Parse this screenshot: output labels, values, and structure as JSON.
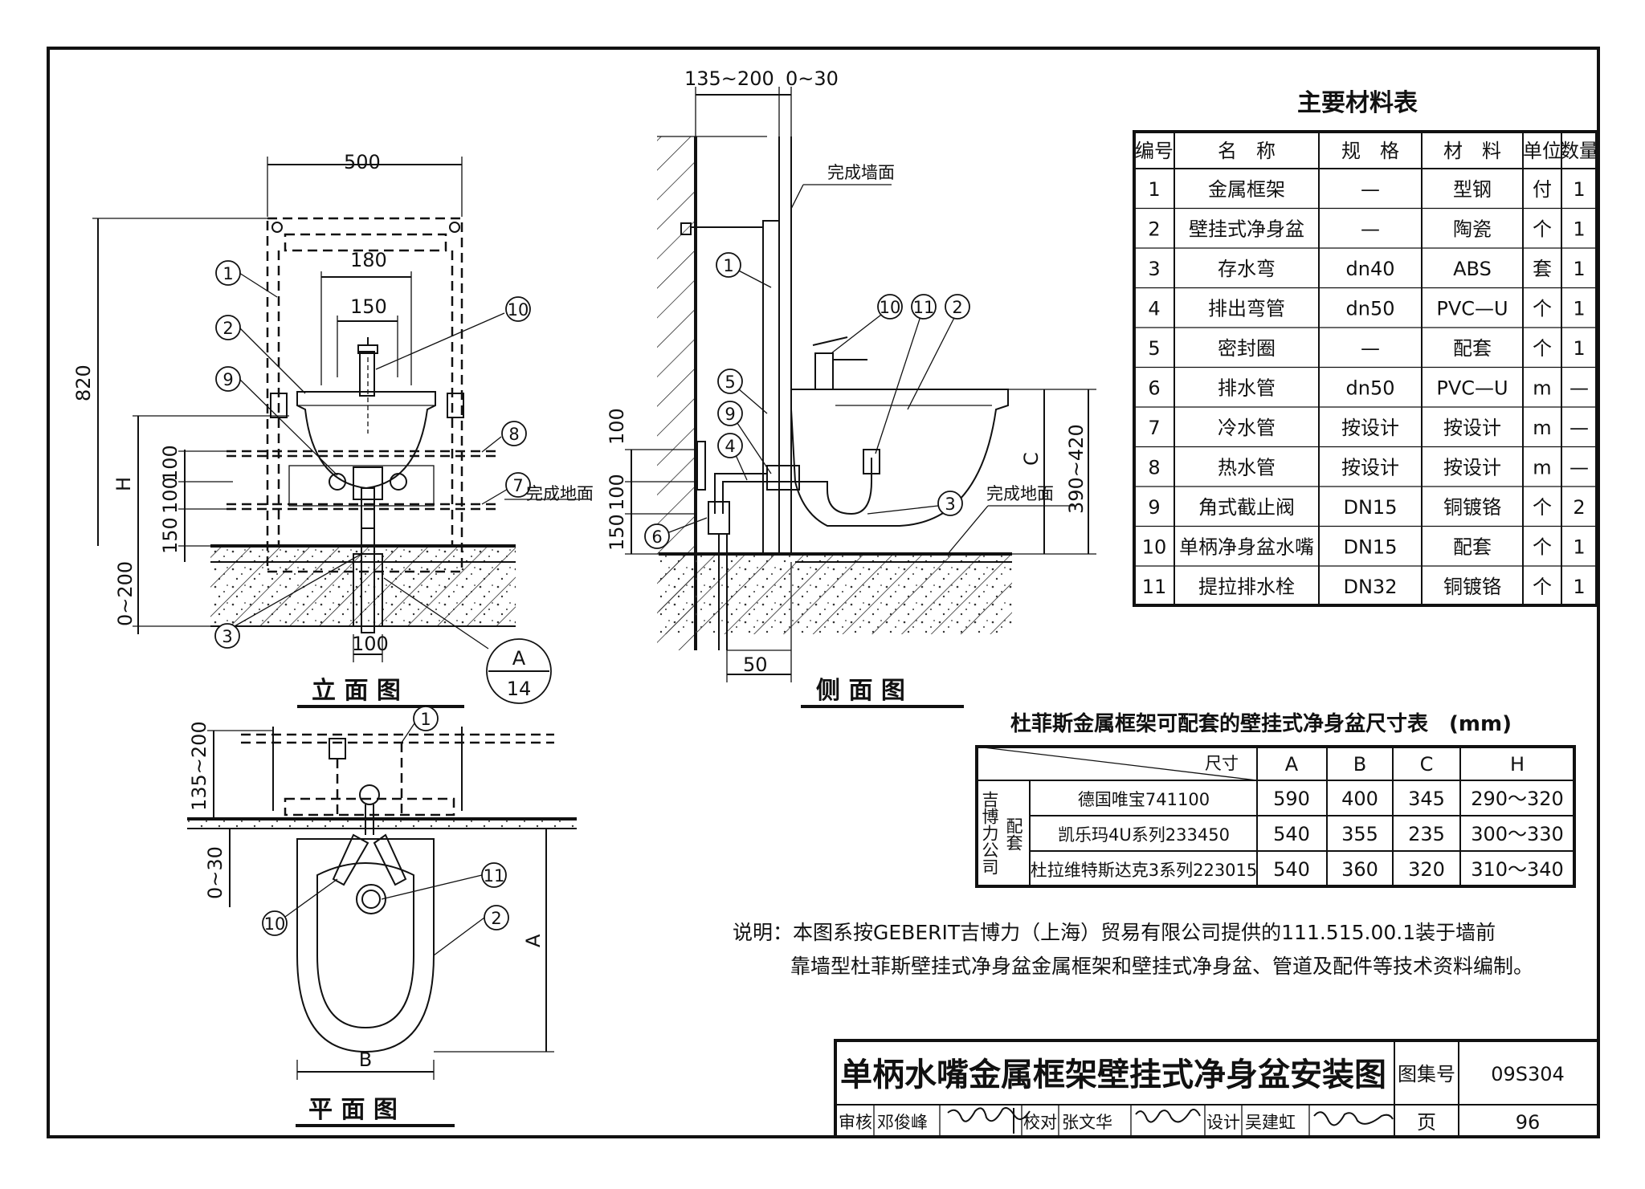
{
  "front_view": {
    "title": "立 面 图",
    "dims": {
      "width": "500",
      "d180": "180",
      "d150": "150",
      "h820": "820",
      "H": "H",
      "d100a": "100",
      "d100b": "100",
      "d150b": "150",
      "d0200": "0~200",
      "d100c": "100"
    },
    "floor_label": "完成地面",
    "callouts": [
      "1",
      "2",
      "9",
      "10",
      "8",
      "7",
      "3"
    ],
    "detail_ref": {
      "top": "A",
      "bottom": "14"
    }
  },
  "side_view": {
    "title": "侧 面 图",
    "dims": {
      "top1": "135~200",
      "top2": "0~30",
      "d100a": "100",
      "d100b": "100",
      "d150": "150",
      "C": "C",
      "range": "390~420",
      "d50": "50"
    },
    "wall_label": "完成墙面",
    "floor_label": "完成地面",
    "callouts": [
      "1",
      "10",
      "11",
      "2",
      "5",
      "9",
      "4",
      "6",
      "3"
    ]
  },
  "plan_view": {
    "title": "平 面 图",
    "dims": {
      "d135200": "135~200",
      "d030": "0~30",
      "A": "A",
      "B": "B"
    },
    "callouts": [
      "1",
      "11",
      "10",
      "2"
    ]
  },
  "materials": {
    "title": "主要材料表",
    "headers": [
      "编号",
      "名　称",
      "规　格",
      "材　料",
      "单位",
      "数量"
    ],
    "rows": [
      [
        "1",
        "金属框架",
        "—",
        "型钢",
        "付",
        "1"
      ],
      [
        "2",
        "壁挂式净身盆",
        "—",
        "陶瓷",
        "个",
        "1"
      ],
      [
        "3",
        "存水弯",
        "dn40",
        "ABS",
        "套",
        "1"
      ],
      [
        "4",
        "排出弯管",
        "dn50",
        "PVC—U",
        "个",
        "1"
      ],
      [
        "5",
        "密封圈",
        "—",
        "配套",
        "个",
        "1"
      ],
      [
        "6",
        "排水管",
        "dn50",
        "PVC—U",
        "m",
        "—"
      ],
      [
        "7",
        "冷水管",
        "按设计",
        "按设计",
        "m",
        "—"
      ],
      [
        "8",
        "热水管",
        "按设计",
        "按设计",
        "m",
        "—"
      ],
      [
        "9",
        "角式截止阀",
        "DN15",
        "铜镀铬",
        "个",
        "2"
      ],
      [
        "10",
        "单柄净身盆水嘴",
        "DN15",
        "配套",
        "个",
        "1"
      ],
      [
        "11",
        "提拉排水栓",
        "DN32",
        "铜镀铬",
        "个",
        "1"
      ]
    ]
  },
  "size_table": {
    "title": "杜菲斯金属框架可配套的壁挂式净身盆尺寸表　(mm)",
    "corner": "尺寸",
    "headers": [
      "A",
      "B",
      "C",
      "H"
    ],
    "group_label_1": "吉博力公司",
    "group_label_2": "配套",
    "rows": [
      [
        "德国唯宝741100",
        "590",
        "400",
        "345",
        "290～320"
      ],
      [
        "凯乐玛4U系列233450",
        "540",
        "355",
        "235",
        "300～330"
      ],
      [
        "杜拉维特斯达克3系列223015",
        "540",
        "360",
        "320",
        "310～340"
      ]
    ]
  },
  "note": {
    "line1": "说明：本图系按GEBERIT吉博力（上海）贸易有限公司提供的111.515.00.1装于墙前",
    "line2": "靠墙型杜菲斯壁挂式净身盆金属框架和壁挂式净身盆、管道及配件等技术资料编制。"
  },
  "title_block": {
    "drawing_title": "单柄水嘴金属框架壁挂式净身盆安装图",
    "atlas_label": "图集号",
    "atlas_no": "09S304",
    "review_label": "审核",
    "reviewer": "邓俊峰",
    "check_label": "校对",
    "checker": "张文华",
    "design_label": "设计",
    "designer": "吴建虹",
    "page_label": "页",
    "page_no": "96"
  }
}
